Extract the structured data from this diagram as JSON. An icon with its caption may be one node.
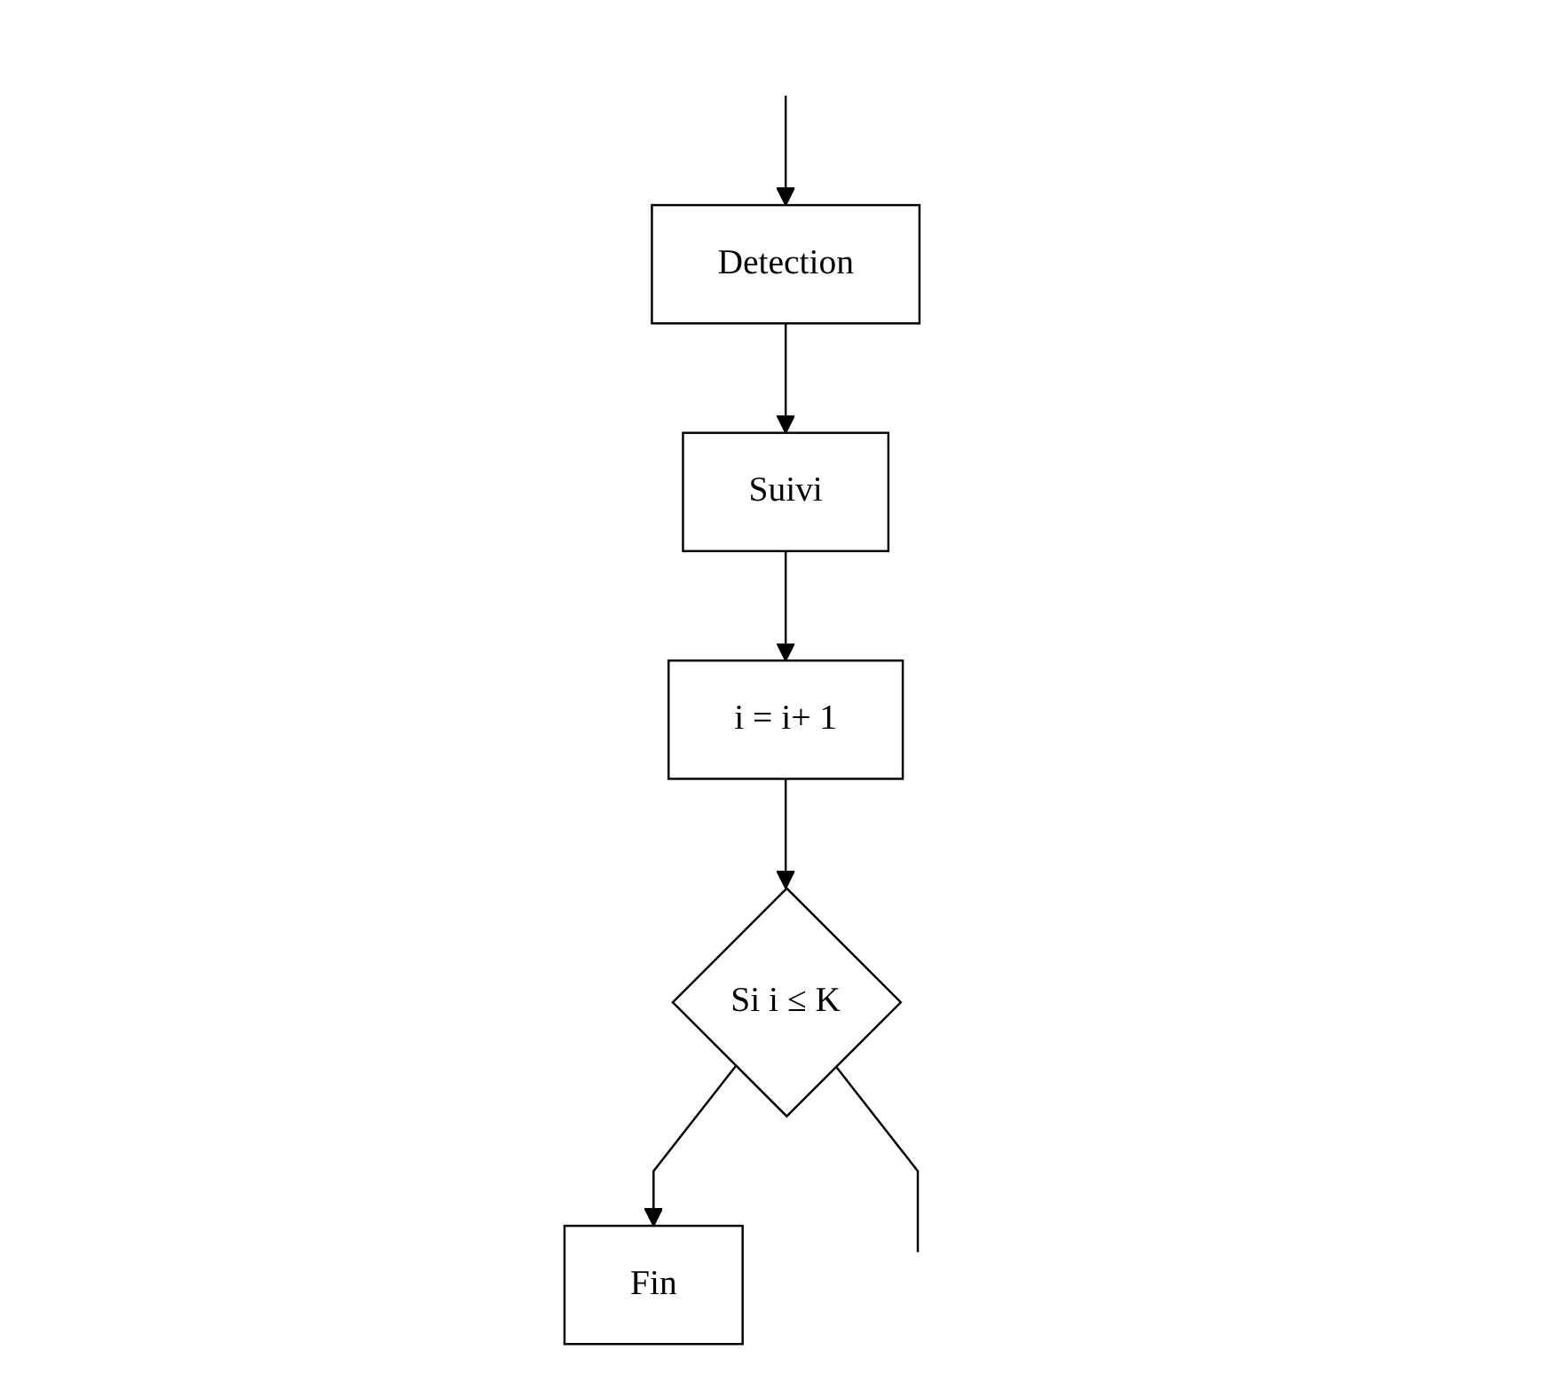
{
  "diagram": {
    "nodes": [
      {
        "text": [
          "Detection"
        ]
      },
      {
        "text": [
          "Suivi"
        ]
      },
      {
        "text": [
          "i = i+ 1"
        ]
      },
      {
        "text": [
          "Si i ≤ K"
        ]
      },
      {
        "text": [
          "Fin"
        ]
      }
    ],
    "edges": [
      {
        "from": null,
        "to": 0,
        "arrow": "to"
      },
      {
        "from": 0,
        "to": 1,
        "arrow": "to"
      },
      {
        "from": 1,
        "to": 2,
        "arrow": "to"
      },
      {
        "from": 2,
        "to": 3,
        "arrow": "to"
      },
      {
        "from": 3,
        "to": 4,
        "arrow": "to"
      },
      {
        "from": 3,
        "to": null,
        "arrow": "none"
      }
    ]
  }
}
